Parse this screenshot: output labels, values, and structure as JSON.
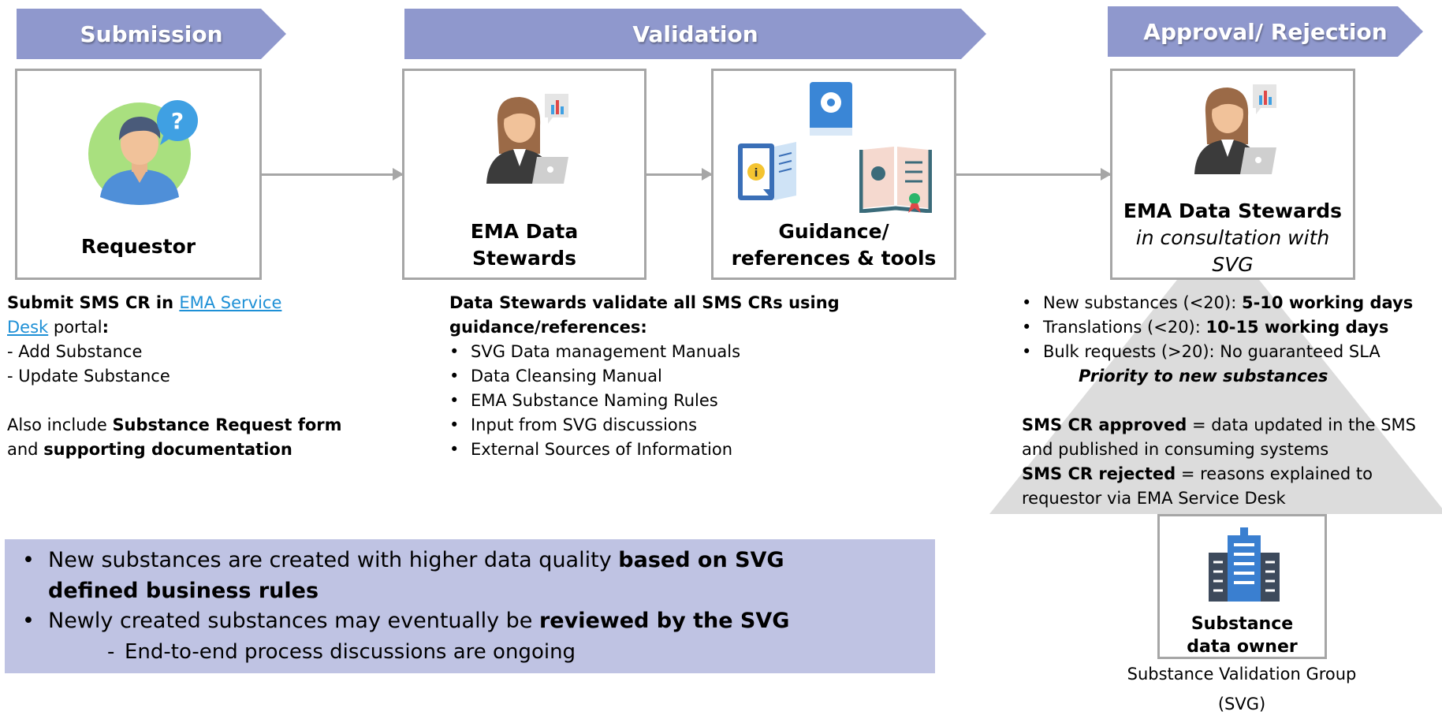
{
  "banners": {
    "submission": "Submission",
    "validation": "Validation",
    "approval": "Approval/ Rejection"
  },
  "boxes": {
    "requestor": "Requestor",
    "stewards_line1": "EMA Data",
    "stewards_line2": "Stewards",
    "guidance_line1": "Guidance/",
    "guidance_line2": "references & tools",
    "approval_title": "EMA Data Stewards",
    "approval_sub1": "in consultation with",
    "approval_sub2": "SVG",
    "owner_line1": "Substance",
    "owner_line2": "data owner"
  },
  "submission_text": {
    "submit_prefix": "Submit SMS CR in ",
    "link_part1": "EMA Service",
    "link_part2": "Desk",
    "portal_word": " portal",
    "portal_colon": ":",
    "add": "- Add Substance",
    "update": "- Update Substance",
    "also_prefix": "Also include ",
    "also_bold": "Substance Request form",
    "and_word": "and ",
    "and_bold": "supporting documentation"
  },
  "validation_text": {
    "heading_line1": "Data Stewards validate all SMS CRs using",
    "heading_line2": "guidance/references:",
    "items": [
      "SVG Data management Manuals",
      "Data Cleansing Manual",
      "EMA Substance Naming Rules",
      "Input from SVG discussions",
      "External Sources of Information"
    ]
  },
  "approval_text": {
    "sla": [
      {
        "label": "New substances (<20): ",
        "value": "5-10 working days"
      },
      {
        "label": "Translations (<20): ",
        "value": "10-15 working days"
      },
      {
        "label": "Bulk requests (>20): No guaranteed SLA",
        "value": ""
      }
    ],
    "priority": "Priority to new substances",
    "approved_bold": "SMS CR approved",
    "approved_rest": " = data updated in the SMS",
    "approved_line2": "and published in consuming systems",
    "rejected_bold": "SMS CR rejected",
    "rejected_rest": " = reasons explained to",
    "rejected_line2": "requestor via EMA Service Desk"
  },
  "svg_group": {
    "line1": "Substance Validation Group",
    "line2": "(SVG)"
  },
  "info": {
    "line1_plain": "New substances are created with higher data quality ",
    "line1_bold": "based on SVG",
    "line2_bold": "defined business rules",
    "line3_plain": "Newly created substances may eventually be ",
    "line3_bold": "reviewed by the SVG",
    "line4_dash": "-",
    "line4": "End-to-end process discussions are ongoing"
  },
  "colors": {
    "banner": "#8f98cd",
    "box_border": "#a6a6a6",
    "info_bg": "#bfc3e3",
    "link": "#1e90d6",
    "triangle": "#dcdcdc"
  },
  "icons": [
    "user-question-icon",
    "data-steward-icon",
    "manual-book-icon",
    "settings-book-icon",
    "open-book-icon",
    "building-icon"
  ]
}
